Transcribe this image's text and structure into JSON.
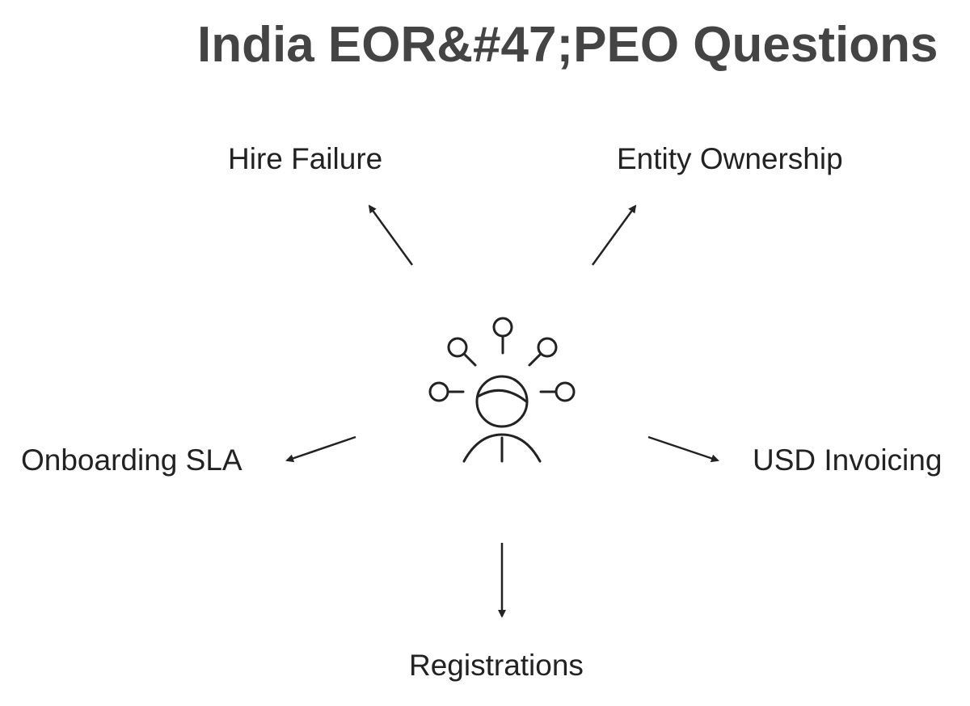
{
  "title": "India EOR&#47;PEO Questions",
  "center": {
    "icon": "person-with-questions-icon"
  },
  "nodes": [
    {
      "id": "hire",
      "label": "Hire Failure"
    },
    {
      "id": "entity",
      "label": "Entity Ownership"
    },
    {
      "id": "onboarding",
      "label": "Onboarding SLA"
    },
    {
      "id": "usd",
      "label": "USD Invoicing"
    },
    {
      "id": "registrations",
      "label": "Registrations"
    }
  ],
  "colors": {
    "title": "#444444",
    "text": "#222222",
    "stroke": "#222222",
    "background": "#ffffff"
  }
}
